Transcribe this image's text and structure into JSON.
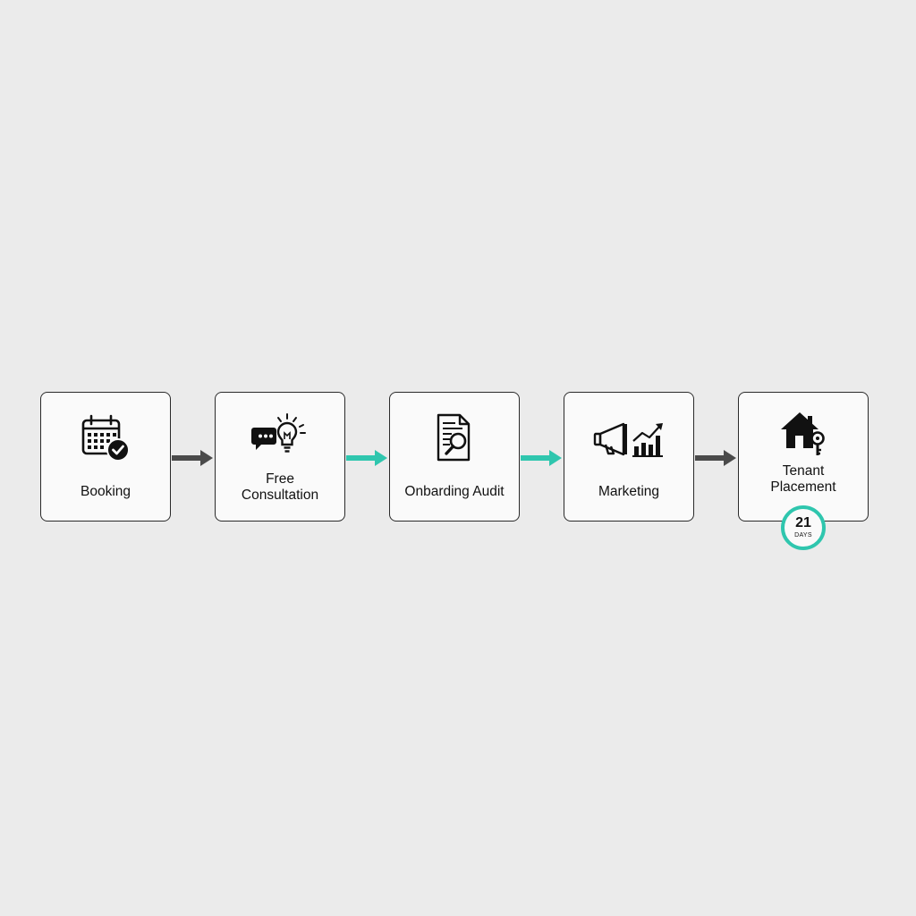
{
  "steps": [
    {
      "label": "Booking",
      "icon": "calendar-check-icon"
    },
    {
      "label": "Free\nConsultation",
      "icon": "chat-lightbulb-icon"
    },
    {
      "label": "Onbarding Audit",
      "icon": "document-search-icon"
    },
    {
      "label": "Marketing",
      "icon": "megaphone-chart-icon"
    },
    {
      "label": "Tenant\nPlacement",
      "icon": "house-key-icon"
    }
  ],
  "connectors": [
    {
      "from": "Booking",
      "to": "Free\nConsultation",
      "color": "#4a4a4a"
    },
    {
      "from": "Free\nConsultation",
      "to": "Onbarding Audit",
      "color": "#2fc6ae"
    },
    {
      "from": "Onbarding Audit",
      "to": "Marketing",
      "color": "#2fc6ae"
    },
    {
      "from": "Marketing",
      "to": "Tenant\nPlacement",
      "color": "#4a4a4a"
    }
  ],
  "badge": {
    "value": "21",
    "unit": "DAYS",
    "color": "#2fc6ae"
  },
  "colors": {
    "background": "#ebebeb",
    "card": "#fafafa",
    "accent": "#2fc6ae",
    "dark_arrow": "#4a4a4a"
  }
}
